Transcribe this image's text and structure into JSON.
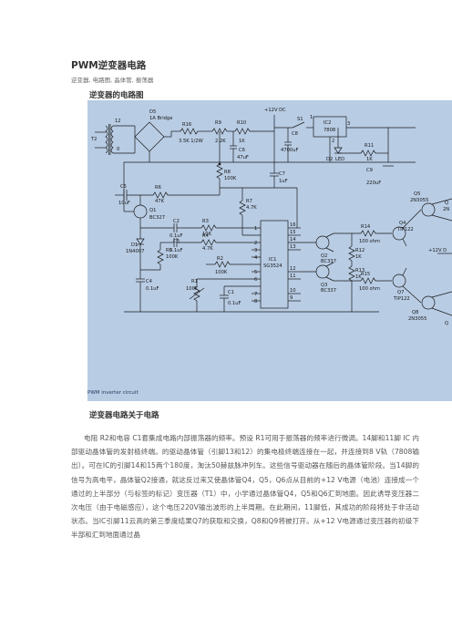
{
  "page": {
    "title": "PWM逆变器电路",
    "tags": "逆变器, 电路图, 晶体管, 振荡器",
    "subhead": "逆变器的电路图",
    "section_title": "逆变器电路关于电路",
    "paragraph": "电阻 R2和电容 C1套集成电路内部振荡器的频率。预设 R1可用于振荡器的频率进行微调。14脚和11脚 IC 内部驱动晶体管的发射极终端。的驱动晶体管（引脚13和12）的集电极终端连接在一起，并连接到8 V轨（7808输出）。可在IC的引脚14和15两个180度，淘汰50赫兹脉冲列车。这些信号驱动器在随后的晶体管阶段。当14脚的信号为高电平，晶体管Q2接通，就这反过来又使晶体管Q4，Q5，Q6点从目前的+12 V电源（电池）连接成一个通过的上半部分（与标签的标记）变压器（T1）中，小学通过晶体管Q4，Q5和Q6汇到地面。因此诱导变压器二次电压（由于电磁感应），这个电压220V输出波形的上半周期。在此期间，11脚低，其成功的阶段将处于非活动状态。当IC引脚11云高的第三季度结果Q7的获取和交换，Q8和Q9将被打开。从+12 V电源通过变压器的初级下半部和汇到地面通过晶"
  },
  "figure": {
    "caption": "PWM inverter circuit",
    "labels": {
      "t2": "T2",
      "t2_12": "12",
      "t2_0": "0",
      "d5": "D5",
      "d5_type": "1A Bridge",
      "r16": "R16",
      "r16_val": "3.5K 1/2W",
      "r9": "R9",
      "r9_val": "2.2K",
      "r10": "R10",
      "r10_val": "1K",
      "c6": "C6",
      "c6_val": "47uF",
      "r8": "R8",
      "r8_val": "100K",
      "vdc": "+12V DC",
      "s1": "S1",
      "c8": "C8",
      "c8_val": "4700uF",
      "ic2": "IC2",
      "ic2_type": "7808",
      "pin1": "1",
      "pin2": "2",
      "pin3": "3",
      "r11": "R11",
      "r11_val": "1K",
      "d2": "D2",
      "d2_type": "LED",
      "c9": "C9",
      "c9_val": "220uF",
      "c7": "C7",
      "c7_val": "1uF",
      "c5": "C5",
      "c5_val": "10uF",
      "r6": "R6",
      "r6_val": "47K",
      "q1": "Q1",
      "q1_type": "BC327",
      "r7": "R7",
      "r7_val": "4.7K",
      "c2": "C2",
      "c2_val": "0.1uF",
      "r3": "R3",
      "r3_val": "10K",
      "c3": "C3",
      "c3_val": "0.1uF",
      "r4": "R4",
      "r4_val": "4.7K",
      "d1": "D1",
      "d1_type": "1N4007",
      "r5": "R5",
      "r5_val": "100K",
      "c4": "C4",
      "c4_val": "0.1uF",
      "r2": "R2",
      "r2_val": "100K",
      "r1": "R1",
      "r1_val": "100K",
      "c1": "C1",
      "c1_val": "0.1uF",
      "ic1": "IC1",
      "ic1_type": "SG3524",
      "p1": "1",
      "p2": "2",
      "p3": "3",
      "p4": "4",
      "p5": "5",
      "p6": "6",
      "p7": "7",
      "p8": "8",
      "p16": "16",
      "p15": "15",
      "p14": "14",
      "p13": "13",
      "p12": "12",
      "p11": "11",
      "p10": "10",
      "p9": "9",
      "q2": "Q2",
      "q2_type": "BC337",
      "q3": "Q3",
      "q3_type": "BC337",
      "r14": "R14",
      "r14_val": "100 ohm",
      "r12": "R12",
      "r12_val": "1K",
      "r13": "R13",
      "r13_val": "1K",
      "r15": "R15",
      "r15_val": "100 ohm",
      "q5": "Q5",
      "q5_type": "2N3055",
      "q4": "Q4",
      "q4_type": "TIP122",
      "q7": "Q7",
      "q7_type": "TIP122",
      "q8": "Q8",
      "q8_type": "2N3055",
      "q6_part": "Q",
      "q6_type_part": "2N",
      "vdc2": "+12V D",
      "q9_part": "Q"
    }
  }
}
